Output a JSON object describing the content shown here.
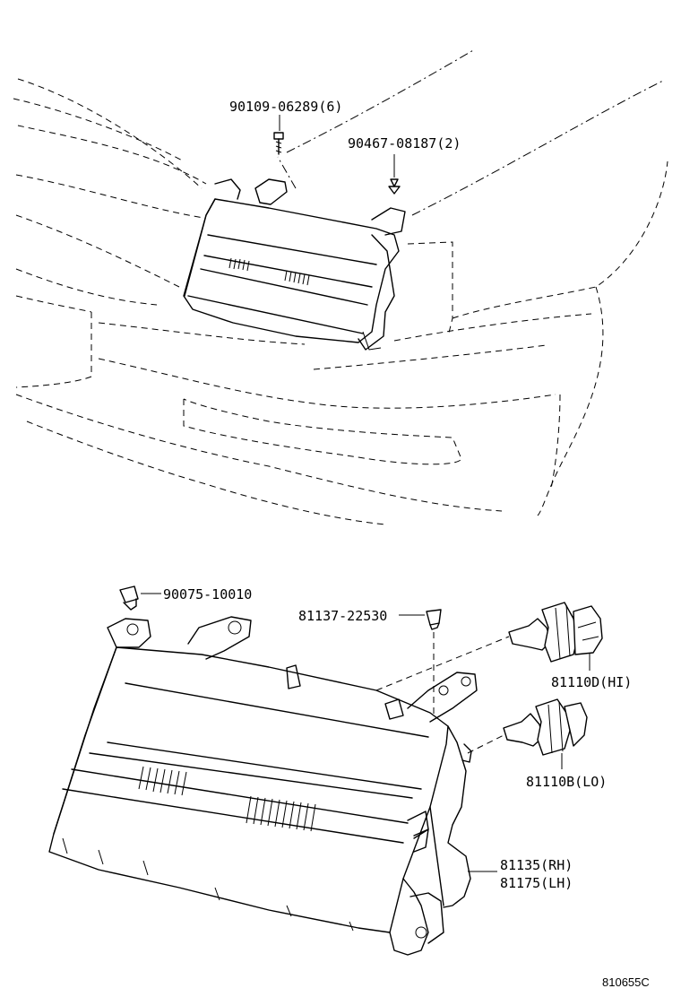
{
  "labels": {
    "bolt_top": "90109-06289(6)",
    "clip_top": "90467-08187(2)",
    "nut": "90075-10010",
    "grommet": "81137-22530",
    "bulb_hi": "81110D(HI)",
    "bulb_lo": "81110B(LO)",
    "unit_rh": "81135(RH)",
    "unit_lh": "81175(LH)"
  },
  "diagram_code": "810655C"
}
